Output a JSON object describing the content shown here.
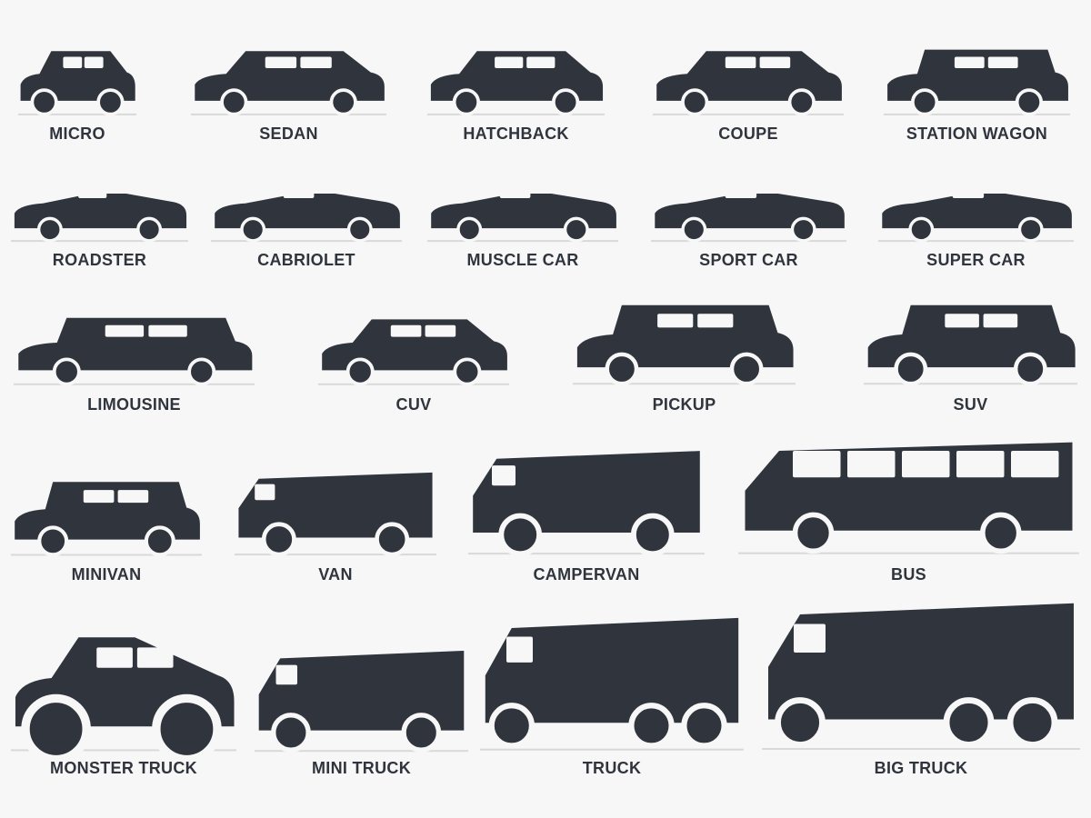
{
  "colors": {
    "silhouette": "#30343d",
    "label": "#30343d",
    "background": "#f7f7f7",
    "ground": "#d9d9d9"
  },
  "vehicles": [
    {
      "id": "micro",
      "label": "MICRO",
      "icon": "micro-car-icon"
    },
    {
      "id": "sedan",
      "label": "SEDAN",
      "icon": "sedan-icon"
    },
    {
      "id": "hatchback",
      "label": "HATCHBACK",
      "icon": "hatchback-icon"
    },
    {
      "id": "coupe",
      "label": "COUPE",
      "icon": "coupe-icon"
    },
    {
      "id": "station-wagon",
      "label": "STATION WAGON",
      "icon": "station-wagon-icon"
    },
    {
      "id": "roadster",
      "label": "ROADSTER",
      "icon": "roadster-icon"
    },
    {
      "id": "cabriolet",
      "label": "CABRIOLET",
      "icon": "cabriolet-icon"
    },
    {
      "id": "muscle-car",
      "label": "MUSCLE CAR",
      "icon": "muscle-car-icon"
    },
    {
      "id": "sport-car",
      "label": "SPORT CAR",
      "icon": "sport-car-icon"
    },
    {
      "id": "super-car",
      "label": "SUPER CAR",
      "icon": "super-car-icon"
    },
    {
      "id": "limousine",
      "label": "LIMOUSINE",
      "icon": "limousine-icon"
    },
    {
      "id": "cuv",
      "label": "CUV",
      "icon": "cuv-icon"
    },
    {
      "id": "pickup",
      "label": "PICKUP",
      "icon": "pickup-icon"
    },
    {
      "id": "suv",
      "label": "SUV",
      "icon": "suv-icon"
    },
    {
      "id": "minivan",
      "label": "MINIVAN",
      "icon": "minivan-icon"
    },
    {
      "id": "van",
      "label": "VAN",
      "icon": "van-icon"
    },
    {
      "id": "campervan",
      "label": "CAMPERVAN",
      "icon": "campervan-icon"
    },
    {
      "id": "bus",
      "label": "BUS",
      "icon": "bus-icon"
    },
    {
      "id": "monster-truck",
      "label": "MONSTER TRUCK",
      "icon": "monster-truck-icon"
    },
    {
      "id": "mini-truck",
      "label": "MINI TRUCK",
      "icon": "mini-truck-icon"
    },
    {
      "id": "truck",
      "label": "TRUCK",
      "icon": "truck-icon"
    },
    {
      "id": "big-truck",
      "label": "BIG TRUCK",
      "icon": "big-truck-icon"
    }
  ]
}
